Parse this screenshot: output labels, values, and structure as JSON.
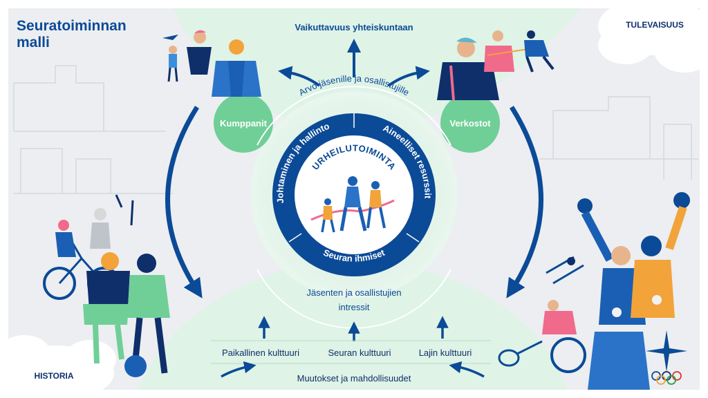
{
  "title": {
    "line1": "Seuratoiminnan",
    "line2": "malli"
  },
  "corners": {
    "future": "TULEVAISUUS",
    "history": "HISTORIA"
  },
  "top_label": "Vaikuttavuus yhteiskuntaan",
  "partners": {
    "left": "Kumppanit",
    "right": "Verkostot"
  },
  "rings": {
    "value": "Arvo jäsenille ja osallistujille",
    "leadership": "Johtaminen ja hallinto",
    "resources": "Aineelliset resurssit",
    "people": "Seuran ihmiset",
    "core": "URHEILUTOIMINTA"
  },
  "interests": {
    "line1": "Jäsenten ja osallistujien",
    "line2": "intressit"
  },
  "cultures": {
    "local": "Paikallinen kulttuuri",
    "club": "Seuran kulttuuri",
    "sport": "Lajin kulttuuri"
  },
  "bottom_label": "Muutokset ja mahdollisuudet",
  "colors": {
    "navy": "#0b4a97",
    "dark_navy": "#0f2f6b",
    "green": "#6fcf97",
    "mint": "#dff3e6",
    "light_gray": "#eceef1",
    "orange": "#f2a33a",
    "pink": "#f06a8c"
  }
}
